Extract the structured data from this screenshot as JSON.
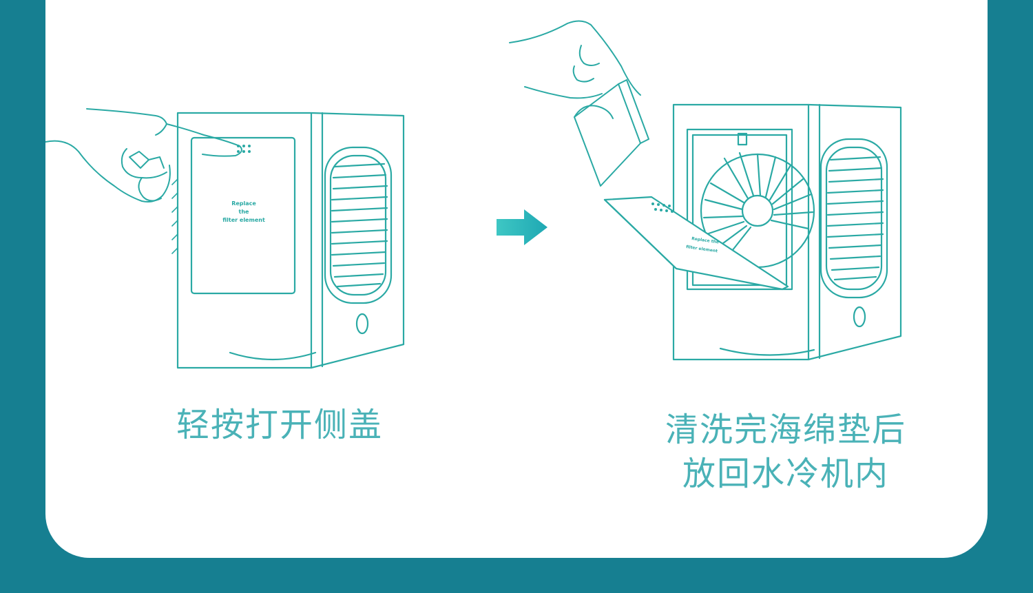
{
  "steps": [
    {
      "caption_lines": [
        "轻按打开侧盖"
      ],
      "panel_label": [
        "Replace",
        "the",
        "filter element"
      ]
    },
    {
      "caption_lines": [
        "清洗完海绵垫后",
        "放回水冷机内"
      ],
      "panel_label": [
        "Replace the",
        "filter element"
      ]
    }
  ],
  "colors": {
    "background": "#167f91",
    "card": "#ffffff",
    "line_art": "#2aa9a4",
    "caption_text": "#4ab2b7",
    "arrow_start": "#3ec7c4",
    "arrow_end": "#1fa8b3"
  },
  "icons": [
    "hand-pressing-icon",
    "arrow-right-icon",
    "hand-holding-sponge-icon"
  ]
}
